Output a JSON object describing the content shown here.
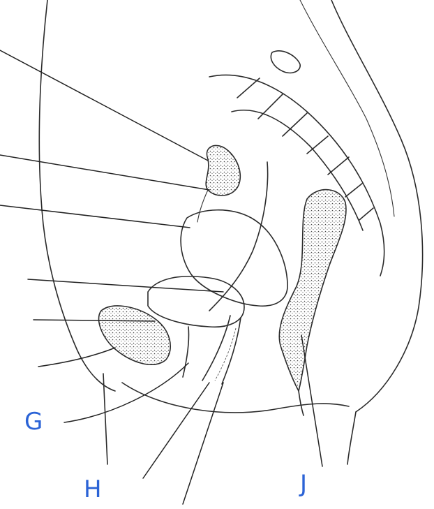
{
  "labels": {
    "g": "G",
    "h": "H",
    "j": "J"
  },
  "colors": {
    "ink": "#2a2a2a",
    "handwriting": "#2b63d6",
    "paper": "#ffffff"
  }
}
